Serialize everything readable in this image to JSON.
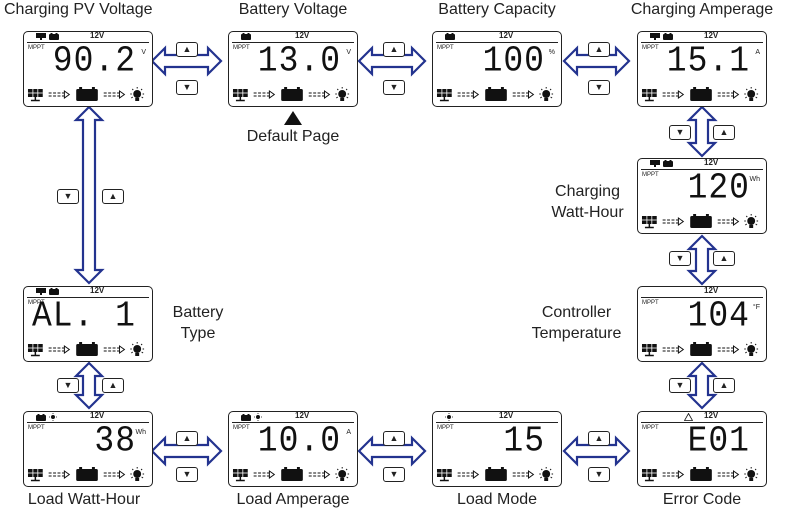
{
  "captions": {
    "pv_voltage": "Charging PV Voltage",
    "battery_voltage": "Battery Voltage",
    "battery_capacity": "Battery Capacity",
    "charging_amperage": "Charging Amperage",
    "default_page": "Default Page",
    "charging_watt_hour": "Charging Watt-Hour",
    "battery_type": "Battery Type",
    "controller_temperature": "Controller Temperature",
    "load_watt_hour": "Load Watt-Hour",
    "load_amperage": "Load Amperage",
    "load_mode": "Load Mode",
    "error_code": "Error Code"
  },
  "screens": {
    "pv_voltage": {
      "system_voltage": "12V",
      "mode": "MPPT",
      "value": "90.2",
      "unit": "V"
    },
    "battery_voltage": {
      "system_voltage": "12V",
      "mode": "MPPT",
      "value": "13.0",
      "unit": "V"
    },
    "battery_capacity": {
      "system_voltage": "12V",
      "mode": "MPPT",
      "value": "100",
      "unit": "%"
    },
    "charging_amperage": {
      "system_voltage": "12V",
      "mode": "MPPT",
      "value": "15.1",
      "unit": "A"
    },
    "charging_watt_hour": {
      "system_voltage": "12V",
      "mode": "MPPT",
      "value": "120",
      "unit": "Wh"
    },
    "battery_type": {
      "system_voltage": "12V",
      "mode": "MPPT",
      "value": "AL. 1",
      "unit": ""
    },
    "controller_temperature": {
      "system_voltage": "12V",
      "mode": "MPPT",
      "value": "104",
      "unit": "°F"
    },
    "load_watt_hour": {
      "system_voltage": "12V",
      "mode": "MPPT",
      "value": "38",
      "unit": "Wh"
    },
    "load_amperage": {
      "system_voltage": "12V",
      "mode": "MPPT",
      "value": "10.0",
      "unit": "A"
    },
    "load_mode": {
      "system_voltage": "12V",
      "mode": "MPPT",
      "value": "15",
      "unit": ""
    },
    "error_code": {
      "system_voltage": "12V",
      "mode": "MPPT",
      "value": "E01",
      "unit": ""
    }
  },
  "buttons": {
    "up": "▲",
    "down": "▼"
  },
  "icons": {
    "panel": "solar-panel-icon",
    "battery": "battery-icon",
    "bulb": "light-bulb-icon",
    "flow": "flow-arrow-icon",
    "pointer": "triangle-pointer-icon"
  },
  "colors": {
    "arrow_fill": "#ffffff",
    "arrow_stroke": "#23338f",
    "lcd_border": "#222222"
  }
}
